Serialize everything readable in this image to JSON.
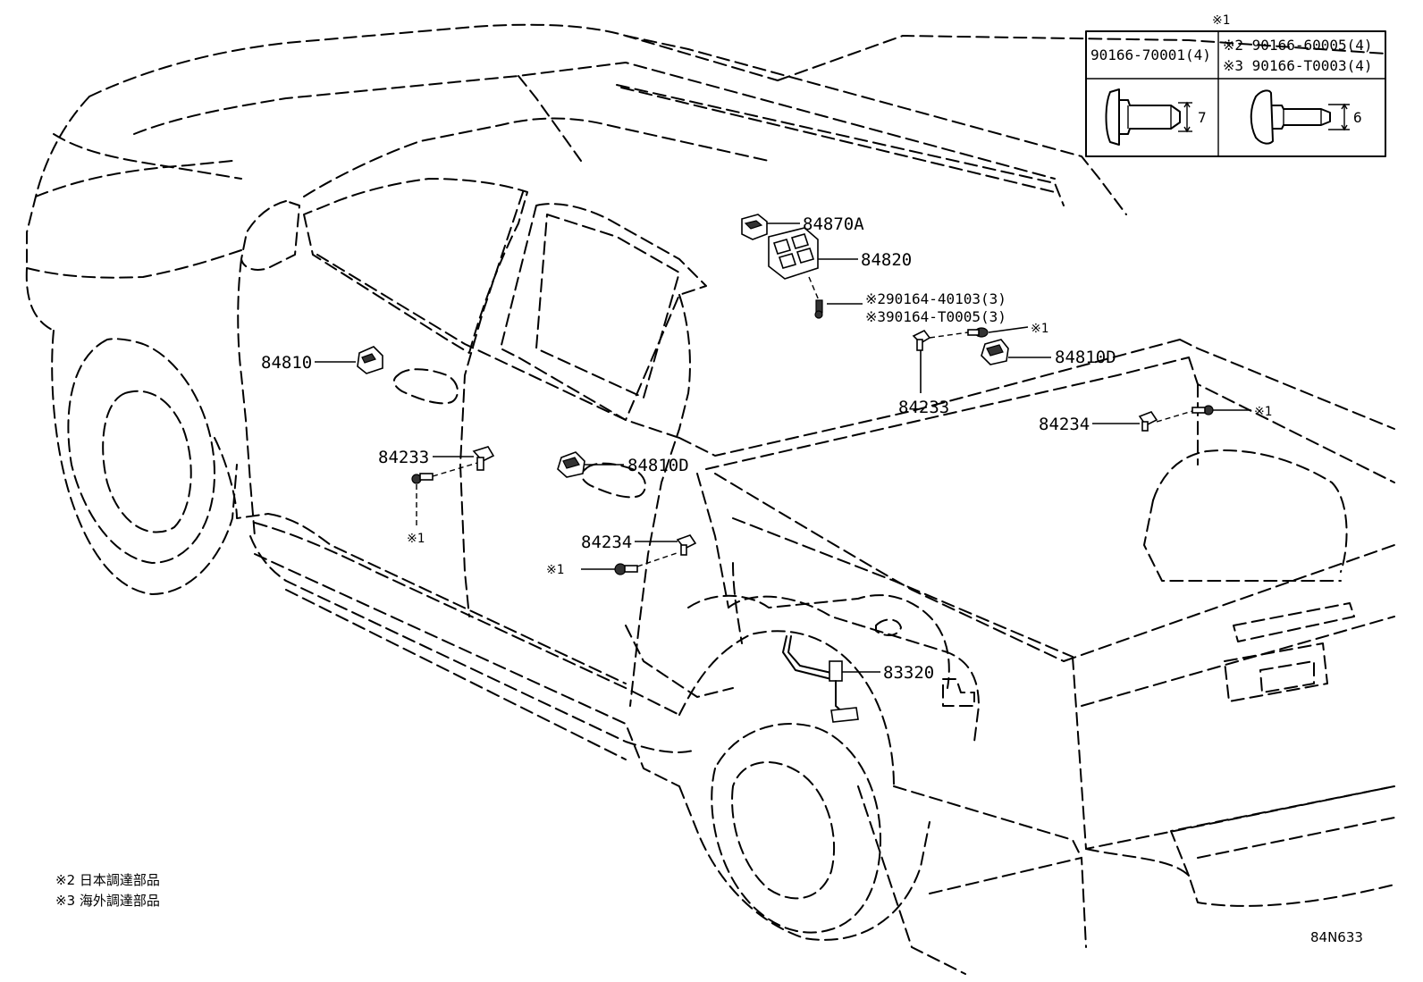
{
  "diagram_code": "84N633",
  "marker_header": "※1",
  "inset": {
    "left_code": "90166-70001(4)",
    "right_line1": "※2 90166-60005(4)",
    "right_line2": "※3 90166-T0003(4)",
    "left_dim": "7",
    "right_dim": "6"
  },
  "callouts": {
    "p84870A": "84870A",
    "p84820": "84820",
    "bolt_line1": "※290164-40103(3)",
    "bolt_line2": "※390164-T0005(3)",
    "mark_upper": "※1",
    "p84810D_upper": "84810D",
    "p84233_center": "84233",
    "p84234_right": "84234",
    "mark_right": "※1",
    "p84810": "84810",
    "p84233_left": "84233",
    "mark_left": "※1",
    "p84810D_lower": "84810D",
    "p84234_lower": "84234",
    "mark_lower": "※1",
    "p83320": "83320"
  },
  "notes": {
    "note2": "※2  日本調達部品",
    "note3": "※3  海外調達部品"
  }
}
